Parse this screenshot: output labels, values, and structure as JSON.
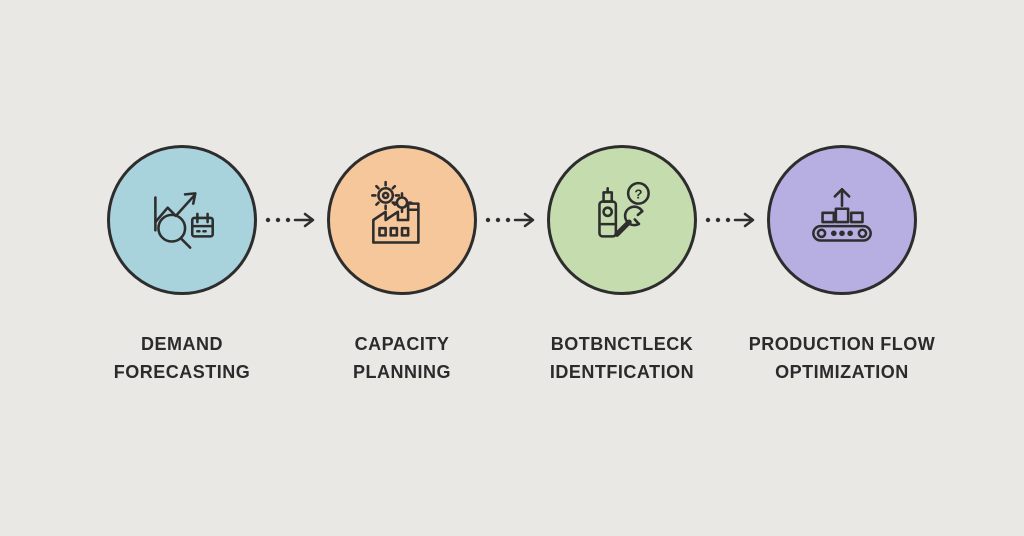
{
  "background_color": "#e9e8e5",
  "circle_border_color": "#2d2d2d",
  "text_color": "#2b2b2b",
  "connector_icon": "dotted-arrow-icon",
  "steps": [
    {
      "label_line1": "DEMAND",
      "label_line2": "FORECASTING",
      "circle_color": "#a9d3dc",
      "icon": "chart-magnifier-calendar-icon"
    },
    {
      "label_line1": "CAPACITY",
      "label_line2": "PLANNING",
      "circle_color": "#f5c79b",
      "icon": "factory-gears-icon"
    },
    {
      "label_line1": "BOTBNCTLECK",
      "label_line2": "IDENTFICATION",
      "circle_color": "#c4dcae",
      "icon": "machine-wrench-question-icon"
    },
    {
      "label_line1": "PRODUCTION FLOW",
      "label_line2": "OPTIMIZATION",
      "circle_color": "#b7afe2",
      "icon": "conveyor-arrow-icon"
    }
  ]
}
